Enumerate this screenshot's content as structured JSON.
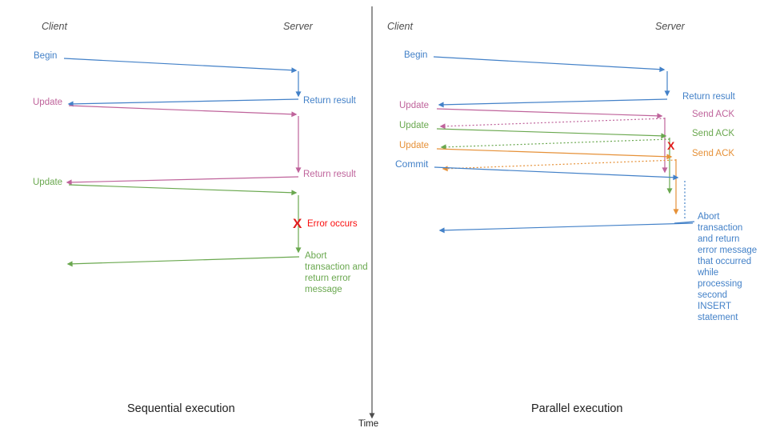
{
  "colors": {
    "blue": "#4381c8",
    "pink": "#bf639b",
    "green": "#6aa84f",
    "orange": "#e69138",
    "red": "#e01d1d",
    "red_text": "#fa0f0f",
    "axis": "#4d4d4d",
    "header": "#4d4d4d",
    "title": "#212121"
  },
  "left": {
    "client_header": "Client",
    "server_header": "Server",
    "begin": "Begin",
    "return_result_1": "Return result",
    "update_1": "Update",
    "return_result_2": "Return result",
    "update_2": "Update",
    "error_mark": "X",
    "error_label": "Error occurs",
    "abort_note": "Abort transaction and return error message",
    "title": "Sequential execution"
  },
  "right": {
    "client_header": "Client",
    "server_header": "Server",
    "begin": "Begin",
    "return_result": "Return result",
    "update_1": "Update",
    "ack_1": "Send ACK",
    "update_2": "Update",
    "ack_2": "Send ACK",
    "update_3": "Update",
    "ack_3": "Send ACK",
    "commit": "Commit",
    "error_mark": "X",
    "abort_note": "Abort transaction and return error message that occurred while processing second INSERT statement",
    "title": "Parallel execution"
  },
  "time_axis": {
    "label": "Time"
  },
  "edges": [
    [
      80,
      73,
      370,
      88,
      "blue",
      "solid",
      true
    ],
    [
      373,
      89,
      373,
      120,
      "blue",
      "solid",
      true
    ],
    [
      373,
      124,
      86,
      130,
      "blue",
      "solid",
      true
    ],
    [
      86,
      132,
      370,
      143,
      "pink",
      "solid",
      true
    ],
    [
      373,
      145,
      373,
      215,
      "pink",
      "solid",
      true
    ],
    [
      373,
      221,
      84,
      228,
      "pink",
      "solid",
      true
    ],
    [
      86,
      231,
      370,
      241,
      "green",
      "solid",
      true
    ],
    [
      373,
      244,
      373,
      315,
      "green",
      "solid",
      true
    ],
    [
      374,
      321,
      85,
      330,
      "green",
      "solid",
      true
    ],
    [
      542,
      71,
      830,
      87,
      "blue",
      "solid",
      true
    ],
    [
      834,
      89,
      834,
      119,
      "blue",
      "solid",
      true
    ],
    [
      834,
      124,
      549,
      131,
      "blue",
      "solid",
      true
    ],
    [
      546,
      136,
      827,
      145,
      "pink",
      "solid",
      true
    ],
    [
      831,
      147,
      831,
      215,
      "pink",
      "solid",
      true
    ],
    [
      831,
      148,
      551,
      158,
      "pink",
      "dotted",
      true
    ],
    [
      546,
      161,
      832,
      170,
      "green",
      "solid",
      true
    ],
    [
      837,
      172,
      837,
      241,
      "green",
      "solid",
      true
    ],
    [
      837,
      174,
      552,
      184,
      "green",
      "dotted",
      true
    ],
    [
      546,
      186,
      839,
      196,
      "orange",
      "solid",
      true
    ],
    [
      845,
      199,
      845,
      267,
      "orange",
      "solid",
      true
    ],
    [
      845,
      200,
      554,
      211,
      "orange",
      "dotted",
      true
    ],
    [
      543,
      209,
      847,
      222,
      "blue",
      "solid",
      true
    ],
    [
      856,
      226,
      856,
      273,
      "blue",
      "dotted",
      false
    ],
    [
      843,
      279,
      868,
      277,
      "blue",
      "solid",
      false
    ],
    [
      866,
      279,
      550,
      288,
      "blue",
      "solid",
      true
    ],
    [
      465,
      8,
      465,
      522,
      "axis",
      "solid",
      true
    ]
  ]
}
